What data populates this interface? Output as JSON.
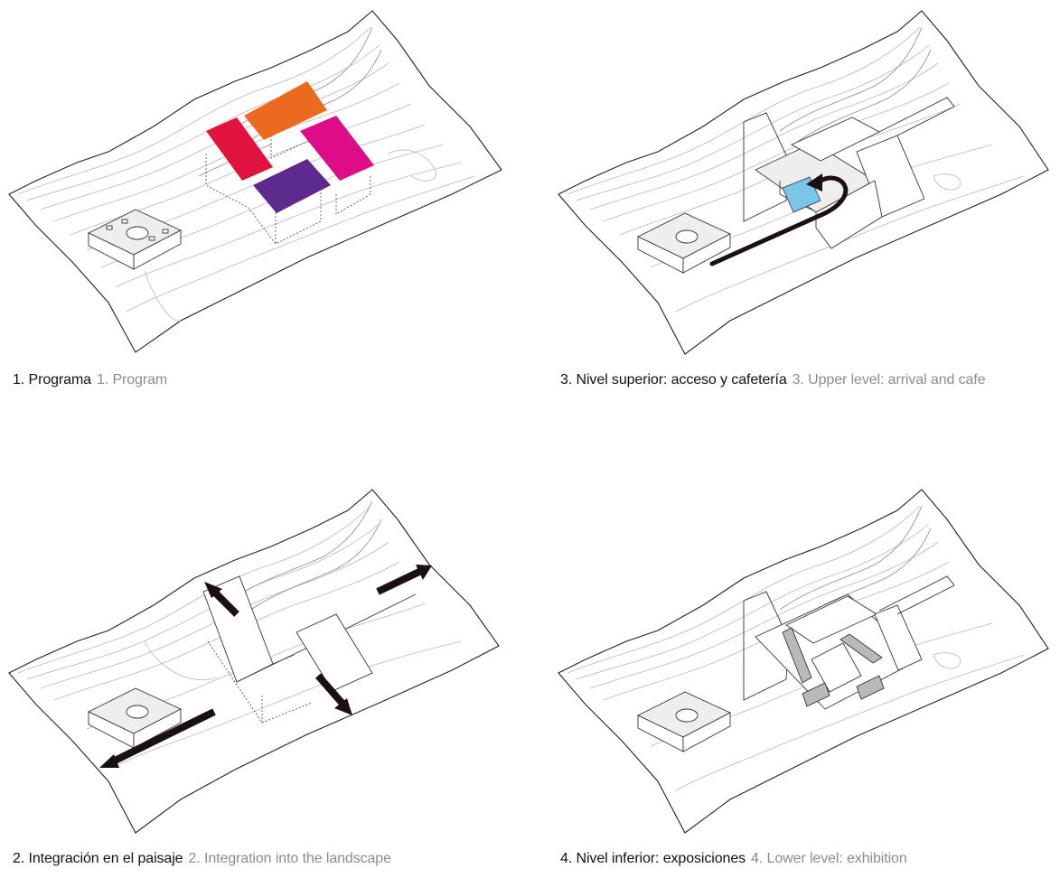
{
  "panels": [
    {
      "number": "1.",
      "es": "Programa",
      "en": "1. Program"
    },
    {
      "number": "3.",
      "es": "Nivel superior: acceso y cafetería",
      "en": "3. Upper level: arrival and cafe"
    },
    {
      "number": "2.",
      "es": "Integración en el paisaje",
      "en": "2. Integration into the landscape"
    },
    {
      "number": "4.",
      "es": "Nivel inferior: exposiciones",
      "en": "4. Lower level: exhibition"
    }
  ],
  "colors": {
    "program_red": "#e0123e",
    "program_orange": "#ec6a1f",
    "program_magenta": "#dc0d86",
    "program_purple": "#5d2a8e",
    "cafe_blue": "#79c6e8",
    "arrow": "#1a1010"
  }
}
